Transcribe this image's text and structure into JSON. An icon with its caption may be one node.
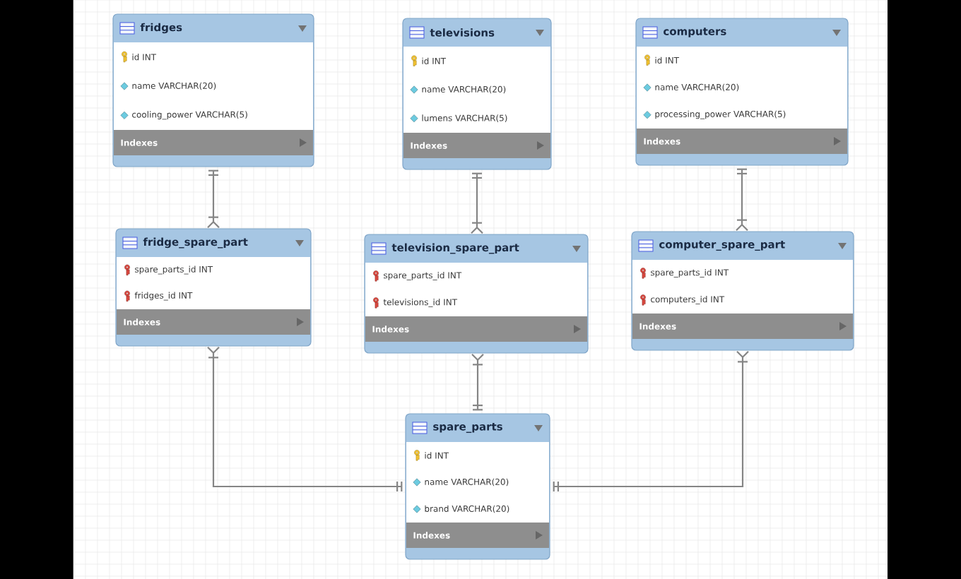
{
  "diagram": {
    "nodes": [
      {
        "text": [
          "fridges",
          "id INT",
          "name VARCHAR(20)",
          "cooling_power VARCHAR(5)",
          "Indexes"
        ]
      },
      {
        "text": [
          "televisions",
          "id INT",
          "name VARCHAR(20)",
          "lumens VARCHAR(5)",
          "Indexes"
        ]
      },
      {
        "text": [
          "computers",
          "id INT",
          "name VARCHAR(20)",
          "processing_power VARCHAR(5)",
          "Indexes"
        ]
      },
      {
        "text": [
          "fridge_spare_part",
          "spare_parts_id INT",
          "fridges_id INT",
          "Indexes"
        ]
      },
      {
        "text": [
          "television_spare_part",
          "spare_parts_id INT",
          "televisions_id INT",
          "Indexes"
        ]
      },
      {
        "text": [
          "computer_spare_part",
          "spare_parts_id INT",
          "computers_id INT",
          "Indexes"
        ]
      },
      {
        "text": [
          "spare_parts",
          "id INT",
          "name VARCHAR(20)",
          "brand VARCHAR(20)",
          "Indexes"
        ]
      }
    ],
    "edges": [
      {
        "from": 0,
        "to": 3,
        "arrow": "other"
      },
      {
        "from": 1,
        "to": 4,
        "arrow": "other"
      },
      {
        "from": 2,
        "to": 5,
        "arrow": "other"
      },
      {
        "from": 6,
        "to": 3,
        "arrow": "other"
      },
      {
        "from": 6,
        "to": 4,
        "arrow": "other"
      },
      {
        "from": 6,
        "to": 5,
        "arrow": "other"
      }
    ]
  }
}
